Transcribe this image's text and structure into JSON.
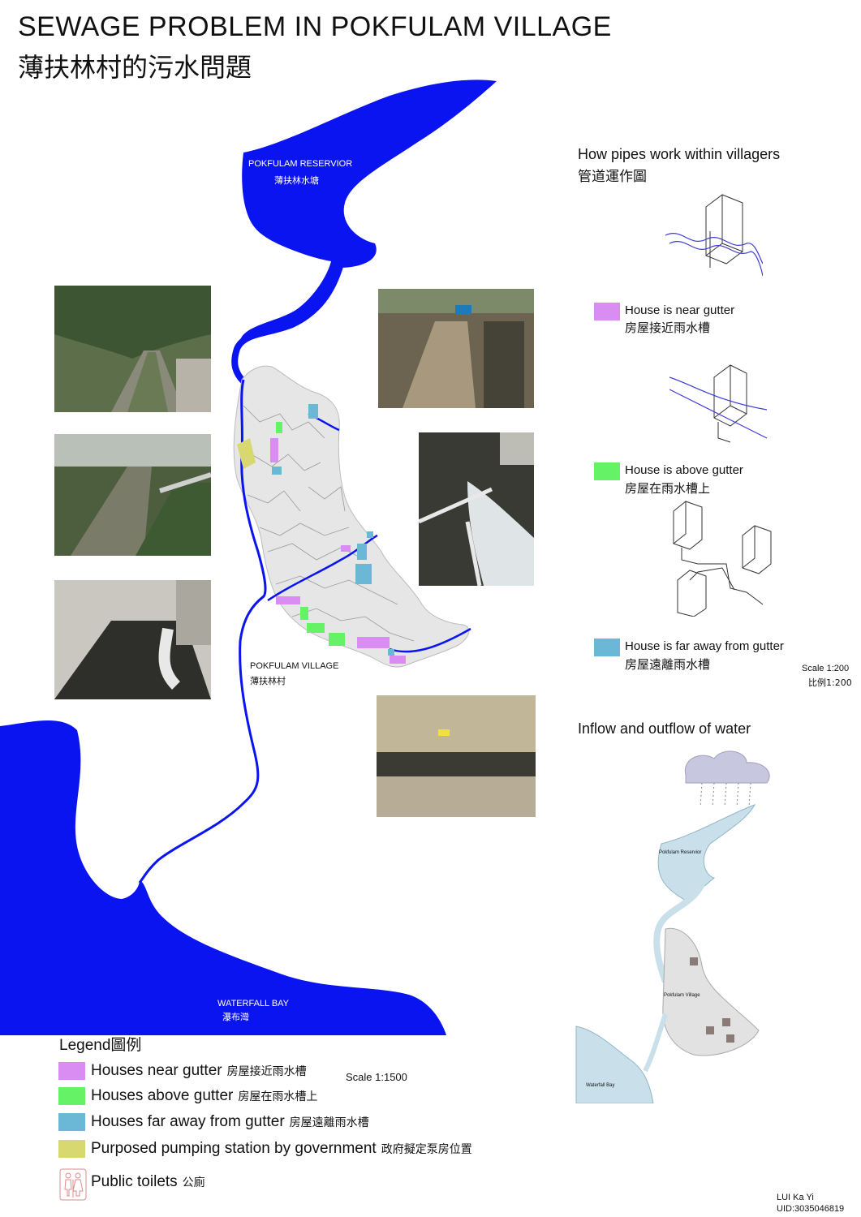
{
  "title": "SEWAGE PROBLEM IN POKFULAM VILLAGE",
  "title_zh": "薄扶林村的污水問題",
  "map": {
    "reservoir_label": "POKFULAM RESERVIOR",
    "reservoir_label_zh": "薄扶林水塘",
    "village_label": "POKFULAM VILLAGE",
    "village_label_zh": "薄扶林村",
    "bay_label": "WATERFALL BAY",
    "bay_label_zh": "瀑布灣",
    "water_color": "#0a14f0"
  },
  "pipes": {
    "heading": "How pipes work within villagers",
    "heading_zh": "管道運作圖",
    "items": [
      {
        "label": "House is near gutter",
        "label_zh": "房屋接近雨水槽",
        "color": "#d98cf2"
      },
      {
        "label": "House is above gutter",
        "label_zh": "房屋在雨水槽上",
        "color": "#66f266"
      },
      {
        "label": "House is far away from gutter",
        "label_zh": "房屋遠離雨水槽",
        "color": "#6ab8d6"
      }
    ],
    "scale": "Scale 1:200",
    "scale_zh": "比例1:200"
  },
  "flow": {
    "heading": "Inflow and outflow of water",
    "reservoir": "Pokfulam Reservior",
    "village": "Pokfulam Village",
    "bay": "Waterfall Bay"
  },
  "legend": {
    "heading": "Legend",
    "heading_zh": "圖例",
    "items": [
      {
        "label": "Houses near gutter",
        "label_zh": "房屋接近雨水槽",
        "color": "#d98cf2"
      },
      {
        "label": "Houses above gutter",
        "label_zh": "房屋在雨水槽上",
        "color": "#66f266"
      },
      {
        "label": "Houses far away from gutter",
        "label_zh": "房屋遠離雨水槽",
        "color": "#6ab8d6"
      },
      {
        "label": "Purposed pumping station by government",
        "label_zh": "政府擬定泵房位置",
        "color": "#d8d870"
      }
    ],
    "toilet_label": "Public toilets",
    "toilet_label_zh": "公廁",
    "scale": "Scale 1:1500"
  },
  "author": {
    "name": "LUI Ka Yi",
    "uid": "UID:3035046819"
  }
}
